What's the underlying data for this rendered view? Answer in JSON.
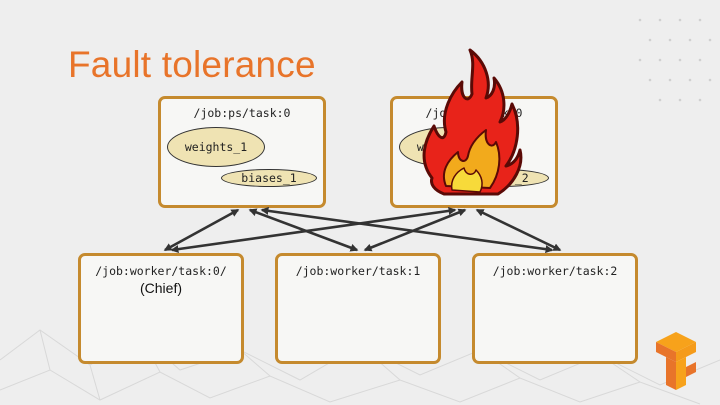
{
  "slide": {
    "title": "Fault tolerance"
  },
  "ps_tasks": [
    {
      "label": "/job:ps/task:0",
      "variables": [
        "weights_1",
        "biases_1"
      ]
    },
    {
      "label": "/job:ps/task:0",
      "variables": [
        "weights_2",
        "biases_2"
      ]
    }
  ],
  "workers": [
    {
      "label": "/job:worker/task:0/",
      "sublabel": "(Chief)"
    },
    {
      "label": "/job:worker/task:1"
    },
    {
      "label": "/job:worker/task:2"
    }
  ],
  "colors": {
    "title": "#e8742a",
    "box_border": "#c58a2e",
    "ellipse_fill": "#efe3b3",
    "arrow": "#333333",
    "fire": "#e8231a"
  },
  "icons": [
    "fire-icon",
    "tensorflow-logo-icon"
  ]
}
